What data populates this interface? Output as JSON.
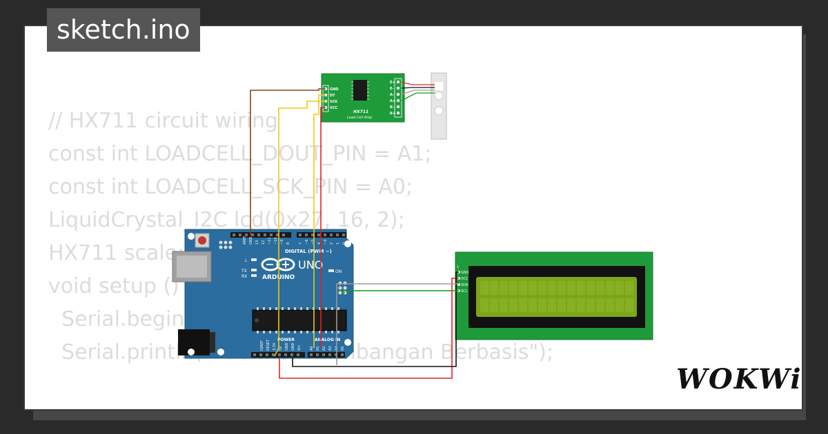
{
  "title": "sketch.ino",
  "code_lines": [
    "// HX711 circuit wiring",
    "const int LOADCELL_DOUT_PIN = A1;",
    "const int LOADCELL_SCK_PIN = A0;",
    "",
    "LiquidCrystal_I2C lcd(0x27, 16, 2);",
    "HX711 scale;",
    "",
    "void setup () {",
    "  Serial.begin(9600);",
    "  Serial.println(\"Rudiment Timbangan Berbasis\");"
  ],
  "hx711": {
    "left_pins": [
      "GND",
      "DT",
      "SCK",
      "VCC"
    ],
    "right_pins": [
      "E+",
      "E-",
      "A-",
      "A+",
      "B-",
      "B+"
    ],
    "name": "HX711",
    "subtitle": "Load Cell Amp"
  },
  "arduino": {
    "brand": "ARDUINO",
    "model": "UNO",
    "digital_label": "DIGITAL (PWM ~)",
    "power_label": "POWER",
    "analog_label": "ANALOG IN",
    "aref": "AREF",
    "gnd": "GND",
    "digital_pins": [
      "13",
      "12",
      "~11",
      "~10",
      "~9",
      "8",
      "7",
      "~6",
      "~5",
      "4",
      "~3",
      "2",
      "1",
      "0"
    ],
    "tx": "TX",
    "rx": "RX",
    "l": "L",
    "on": "ON",
    "ioref": "IOREF",
    "reset": "RESET",
    "v33": "3.3V",
    "v5": "5V",
    "gnd1": "GND",
    "gnd2": "GND",
    "vin": "Vin",
    "analog_pins": [
      "A0",
      "A1",
      "A2",
      "A3",
      "A4",
      "A5"
    ]
  },
  "lcd": {
    "pins": [
      "GND",
      "VCC",
      "SDA",
      "SCL"
    ],
    "index": "1"
  },
  "colors": {
    "wire_brown": "#8b4513",
    "wire_yellow": "#f2c90c",
    "wire_red": "#e22222",
    "wire_black": "#111111",
    "wire_gray": "#9a9a9a",
    "wire_green": "#129a12",
    "board_blue": "#2a6d9e",
    "hx711_green": "#1e9c3a",
    "lcd_green": "#1f9a3a",
    "lcd_screen": "#7ea51a"
  },
  "brand": "WOKWi"
}
